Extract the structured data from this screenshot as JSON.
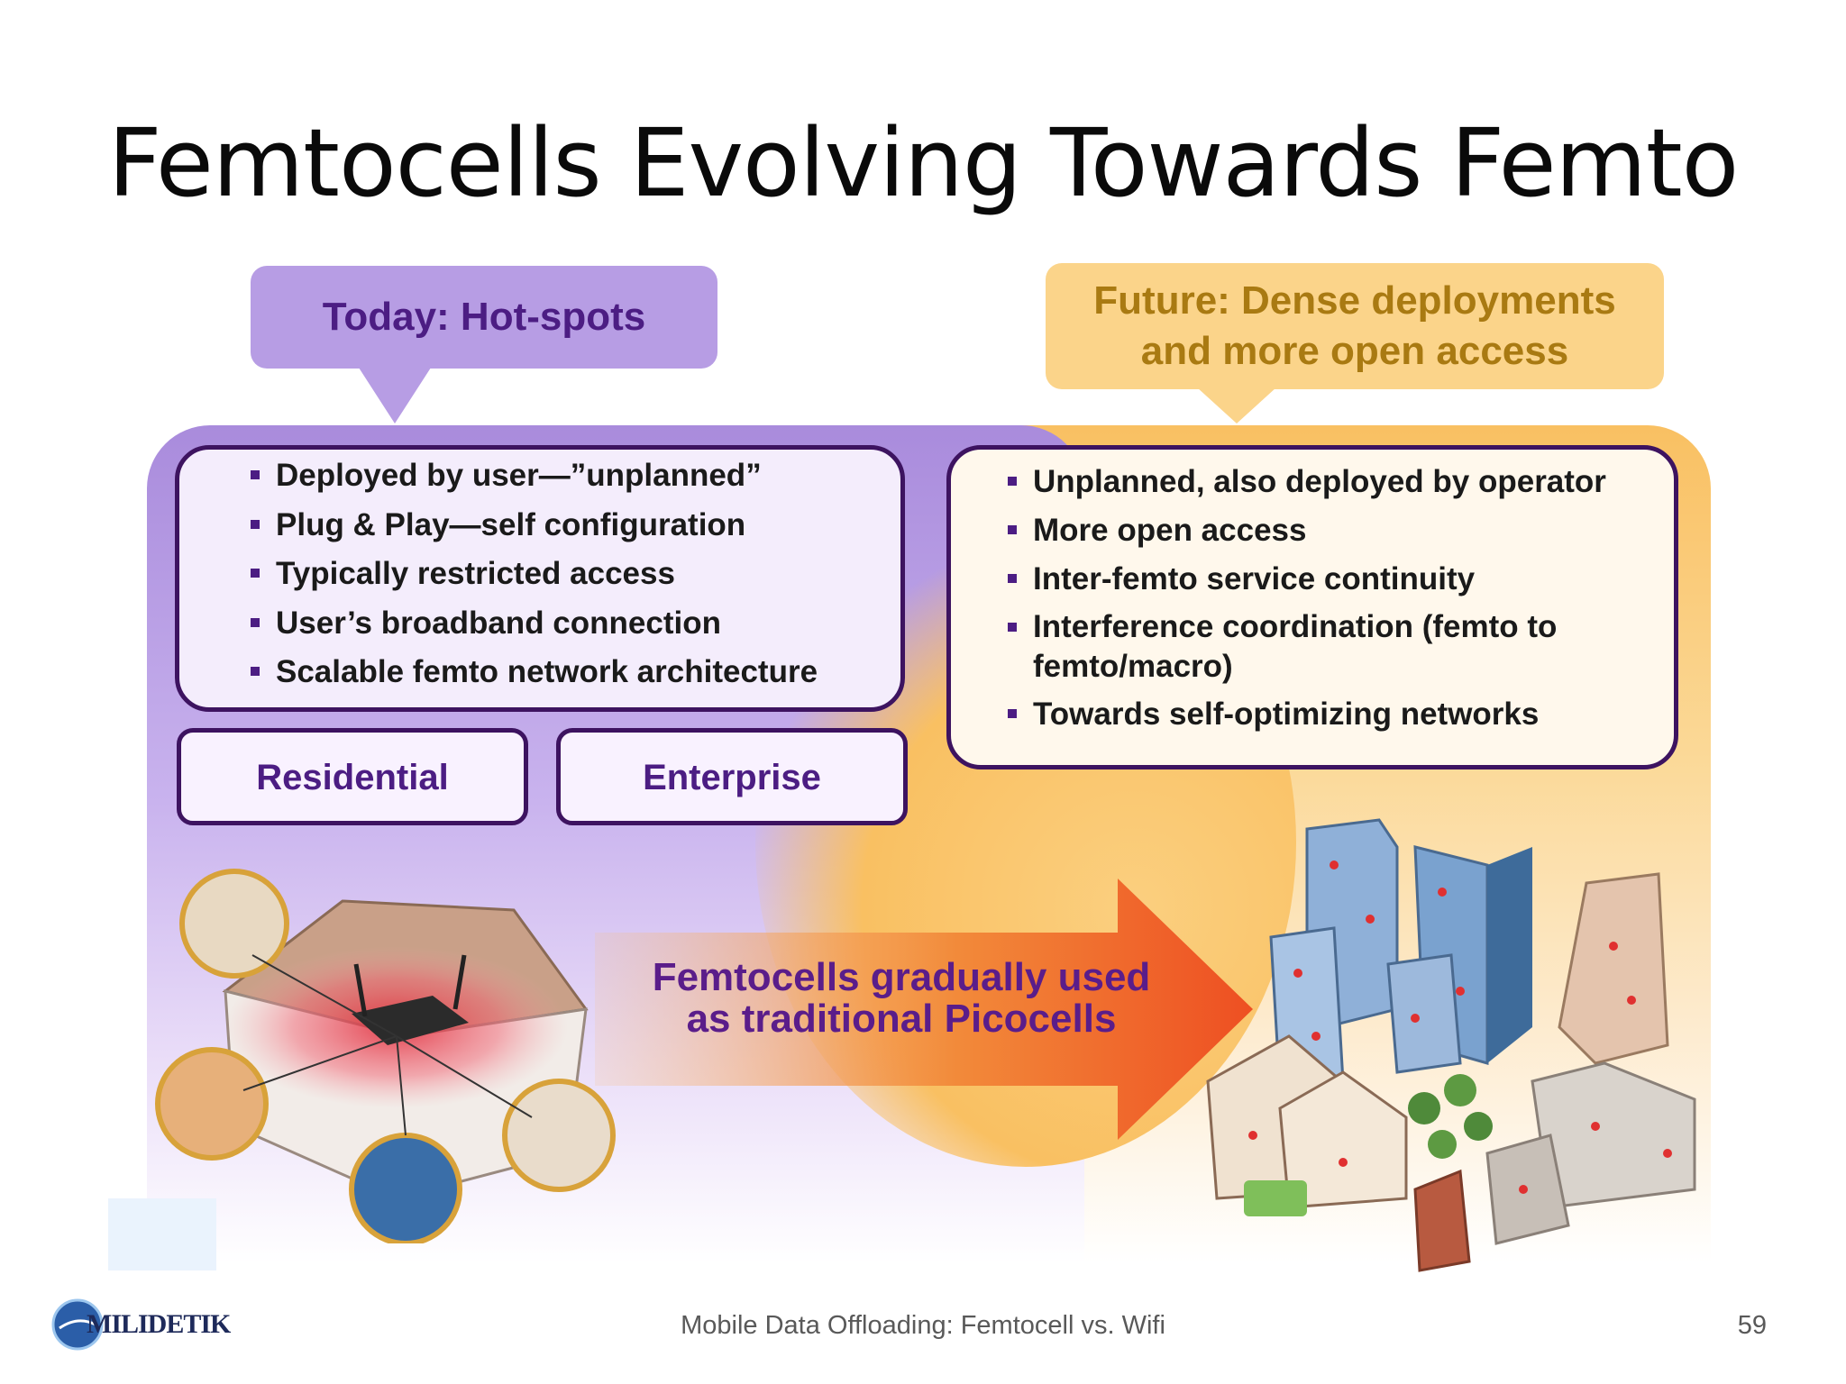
{
  "slide": {
    "title": "Femtocells Evolving Towards Femto",
    "footer": "Mobile Data Offloading: Femtocell vs. Wifi",
    "page_number": "59",
    "logo_text": "MILIDETIK"
  },
  "today": {
    "callout": "Today: Hot-spots",
    "bullets": [
      "Deployed by user—”unplanned”",
      "Plug & Play—self configuration",
      "Typically restricted access",
      "User’s broadband connection",
      "Scalable femto network architecture"
    ],
    "segments": {
      "residential": "Residential",
      "enterprise": "Enterprise"
    }
  },
  "future": {
    "callout_line1": "Future: Dense deployments",
    "callout_line2": "and more open access",
    "bullets": [
      "Unplanned, also deployed by operator",
      "More open access",
      "Inter-femto service continuity",
      "Interference coordination (femto to femto/macro)",
      "Towards self-optimizing networks"
    ]
  },
  "arrow": {
    "line1": "Femtocells gradually used",
    "line2": "as traditional Picocells"
  },
  "colors": {
    "purple_panel": "#b79de4",
    "orange_panel": "#f9c062",
    "arrow": "#f0582a",
    "text_purple": "#4c1d83"
  }
}
